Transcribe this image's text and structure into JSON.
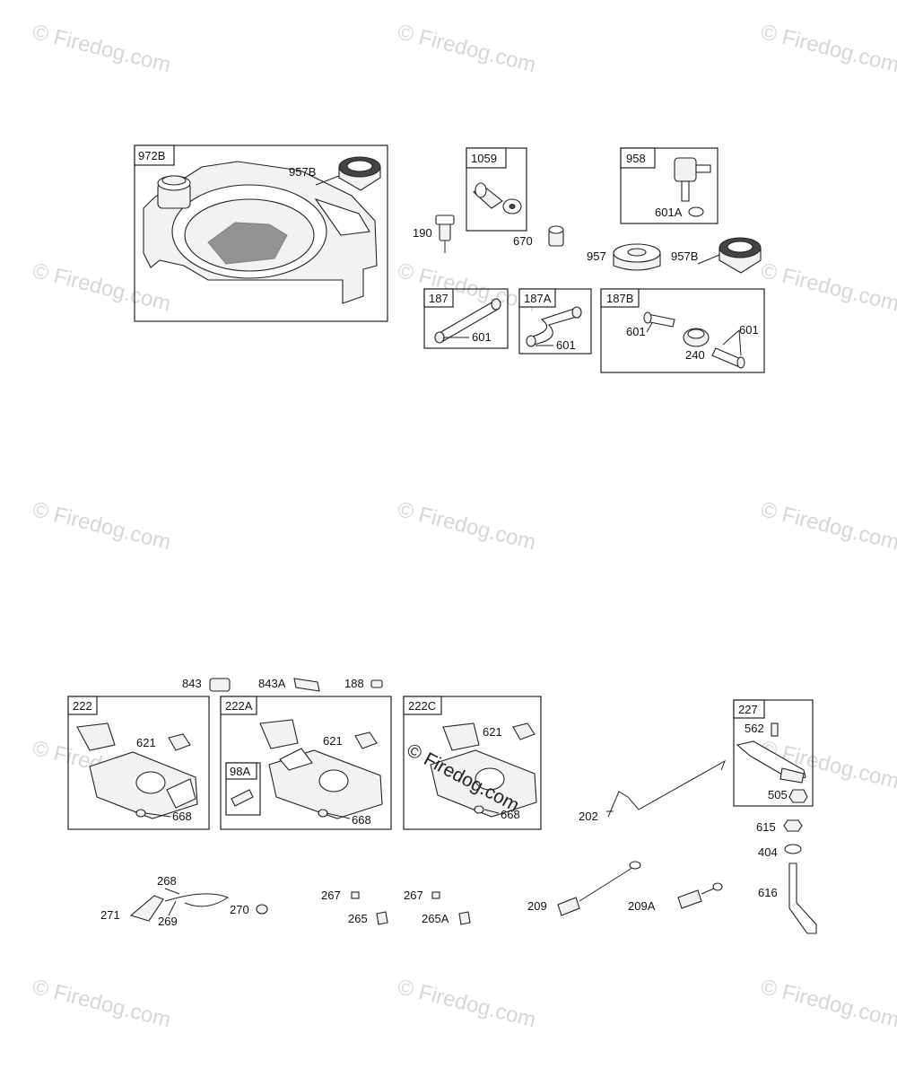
{
  "watermark": {
    "text": "Firedog.com",
    "symbol": "©"
  },
  "stamp": {
    "symbol": "©",
    "text": "Firedog.com"
  },
  "labels": {
    "l972B": "972B",
    "l957B_a": "957B",
    "l1059": "1059",
    "l190": "190",
    "l670": "670",
    "l958": "958",
    "l601A": "601A",
    "l957": "957",
    "l957B_b": "957B",
    "l187": "187",
    "l601_a": "601",
    "l187A": "187A",
    "l601_b": "601",
    "l187B": "187B",
    "l601_c": "601",
    "l601_d": "601",
    "l240": "240",
    "l843": "843",
    "l843A": "843A",
    "l188": "188",
    "l222": "222",
    "l621_a": "621",
    "l668_a": "668",
    "l222A": "222A",
    "l621_b": "621",
    "l98A": "98A",
    "l668_b": "668",
    "l222C": "222C",
    "l621_c": "621",
    "l668_c": "668",
    "l227": "227",
    "l562": "562",
    "l505": "505",
    "l202": "202",
    "l615": "615",
    "l404": "404",
    "l616": "616",
    "l268": "268",
    "l271": "271",
    "l269": "269",
    "l270": "270",
    "l267_a": "267",
    "l265": "265",
    "l267_b": "267",
    "l265A": "265A",
    "l209": "209",
    "l209A": "209A"
  }
}
